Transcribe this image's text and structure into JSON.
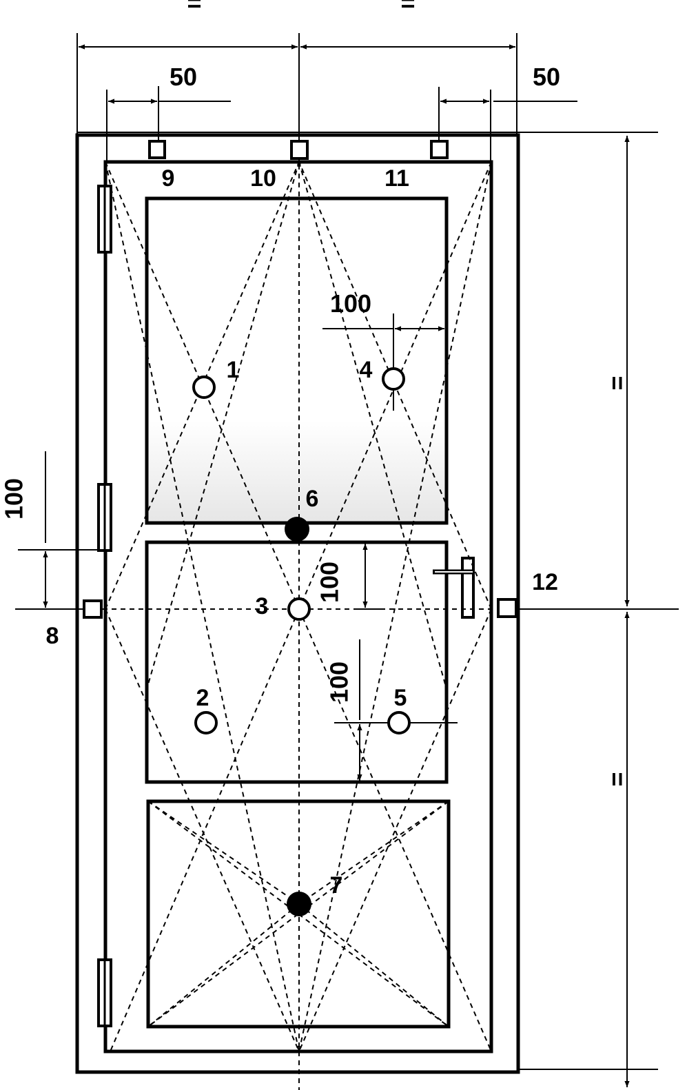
{
  "drawing": {
    "colors": {
      "ink": "#000000",
      "background": "#ffffff",
      "glass_tint": "#e6e6e6"
    },
    "equal_marks": {
      "top_left": "=",
      "top_right": "=",
      "right_upper": "=",
      "right_lower": "="
    },
    "dimensions": {
      "top_left_offset": "50",
      "top_right_offset": "50",
      "upper_panel_inset": "100",
      "left_hinge_offset": "100",
      "middle_upper_offset": "100",
      "middle_lower_offset": "100"
    },
    "points": {
      "p1": "1",
      "p2": "2",
      "p3": "3",
      "p4": "4",
      "p5": "5",
      "p6": "6",
      "p7": "7",
      "p8": "8",
      "p9": "9",
      "p10": "10",
      "p11": "11",
      "p12": "12"
    }
  }
}
